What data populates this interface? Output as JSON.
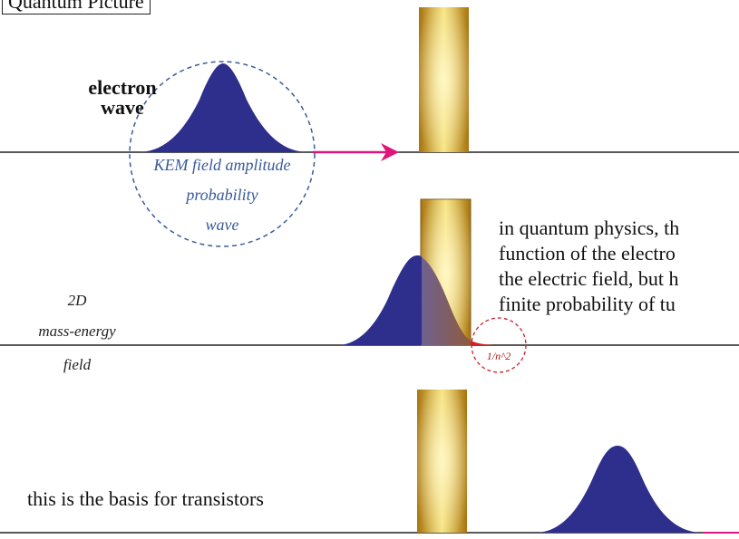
{
  "title": "Quantum Picture",
  "electron_wave_label": [
    "electron",
    "wave"
  ],
  "circle_label": [
    "KEM field amplitude",
    "probability",
    "wave"
  ],
  "mass_label": [
    "2D",
    "mass-energy",
    "field"
  ],
  "tunnel_label": "1/n^2",
  "paragraph_lines": [
    "in quantum physics, th",
    "function of the electro",
    "the electric field, but h",
    "finite probability of tu"
  ],
  "bottom_caption": "this is the basis for transistors",
  "colors": {
    "wave_fill": "#2e2f8c",
    "barrier_gold": "#c9961c",
    "arrow_magenta": "#e0157a",
    "circle_blue": "#3a5a9c",
    "tunnel_red": "#d82020",
    "tunnel_circle": "#c8202a"
  }
}
